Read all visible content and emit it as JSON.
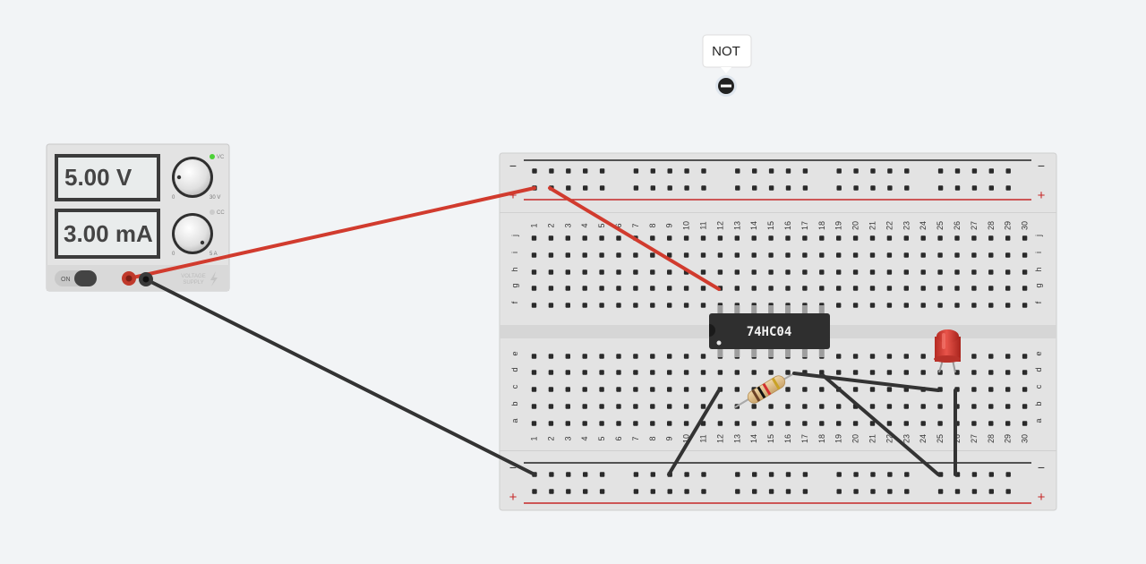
{
  "tooltip": {
    "label": "NOT"
  },
  "power_supply": {
    "voltage_display": "5.00 V",
    "current_display": "3.00 mA",
    "vc_label": "VC",
    "cc_label": "CC",
    "voltage_knob_min": "0",
    "voltage_knob_max": "30 V",
    "current_knob_min": "0",
    "current_knob_max": "5 A",
    "switch_label": "ON",
    "brand_line1": "VOLTAGE",
    "brand_line2": "SUPPLY",
    "vc_led_color": "#4cd137",
    "cc_led_color": "#cccccc"
  },
  "breadboard": {
    "columns": [
      "1",
      "2",
      "3",
      "4",
      "5",
      "6",
      "7",
      "8",
      "9",
      "10",
      "11",
      "12",
      "13",
      "14",
      "15",
      "16",
      "17",
      "18",
      "19",
      "20",
      "21",
      "22",
      "23",
      "24",
      "25",
      "26",
      "27",
      "28",
      "29",
      "30"
    ],
    "top_rows": [
      "j",
      "i",
      "h",
      "g",
      "f"
    ],
    "bottom_rows": [
      "e",
      "d",
      "c",
      "b",
      "a"
    ],
    "minus_label": "−",
    "plus_label": "+",
    "rail_red": "#c62828",
    "rail_black": "#222222"
  },
  "chip": {
    "label": "74HC04"
  },
  "colors": {
    "wire_red": "#d13b2e",
    "wire_black": "#333333",
    "led_red": "#d63a32"
  },
  "icons": [
    "minus-circle-icon",
    "lightning-icon"
  ]
}
